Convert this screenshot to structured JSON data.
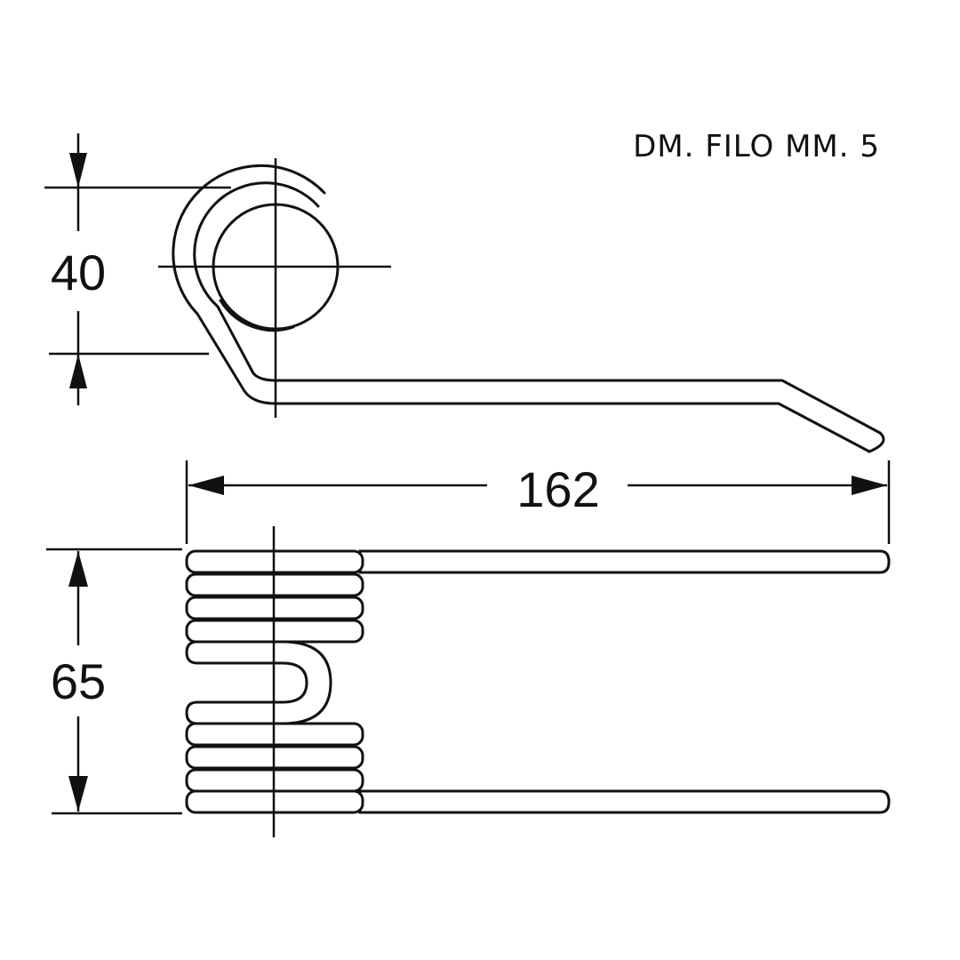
{
  "note": {
    "wire_diameter_label": "DM. FILO MM. 5"
  },
  "dimensions": {
    "coil_diameter": "40",
    "overall_length": "162",
    "spring_width": "65"
  },
  "colors": {
    "ink": "#111111",
    "background": "#ffffff"
  }
}
